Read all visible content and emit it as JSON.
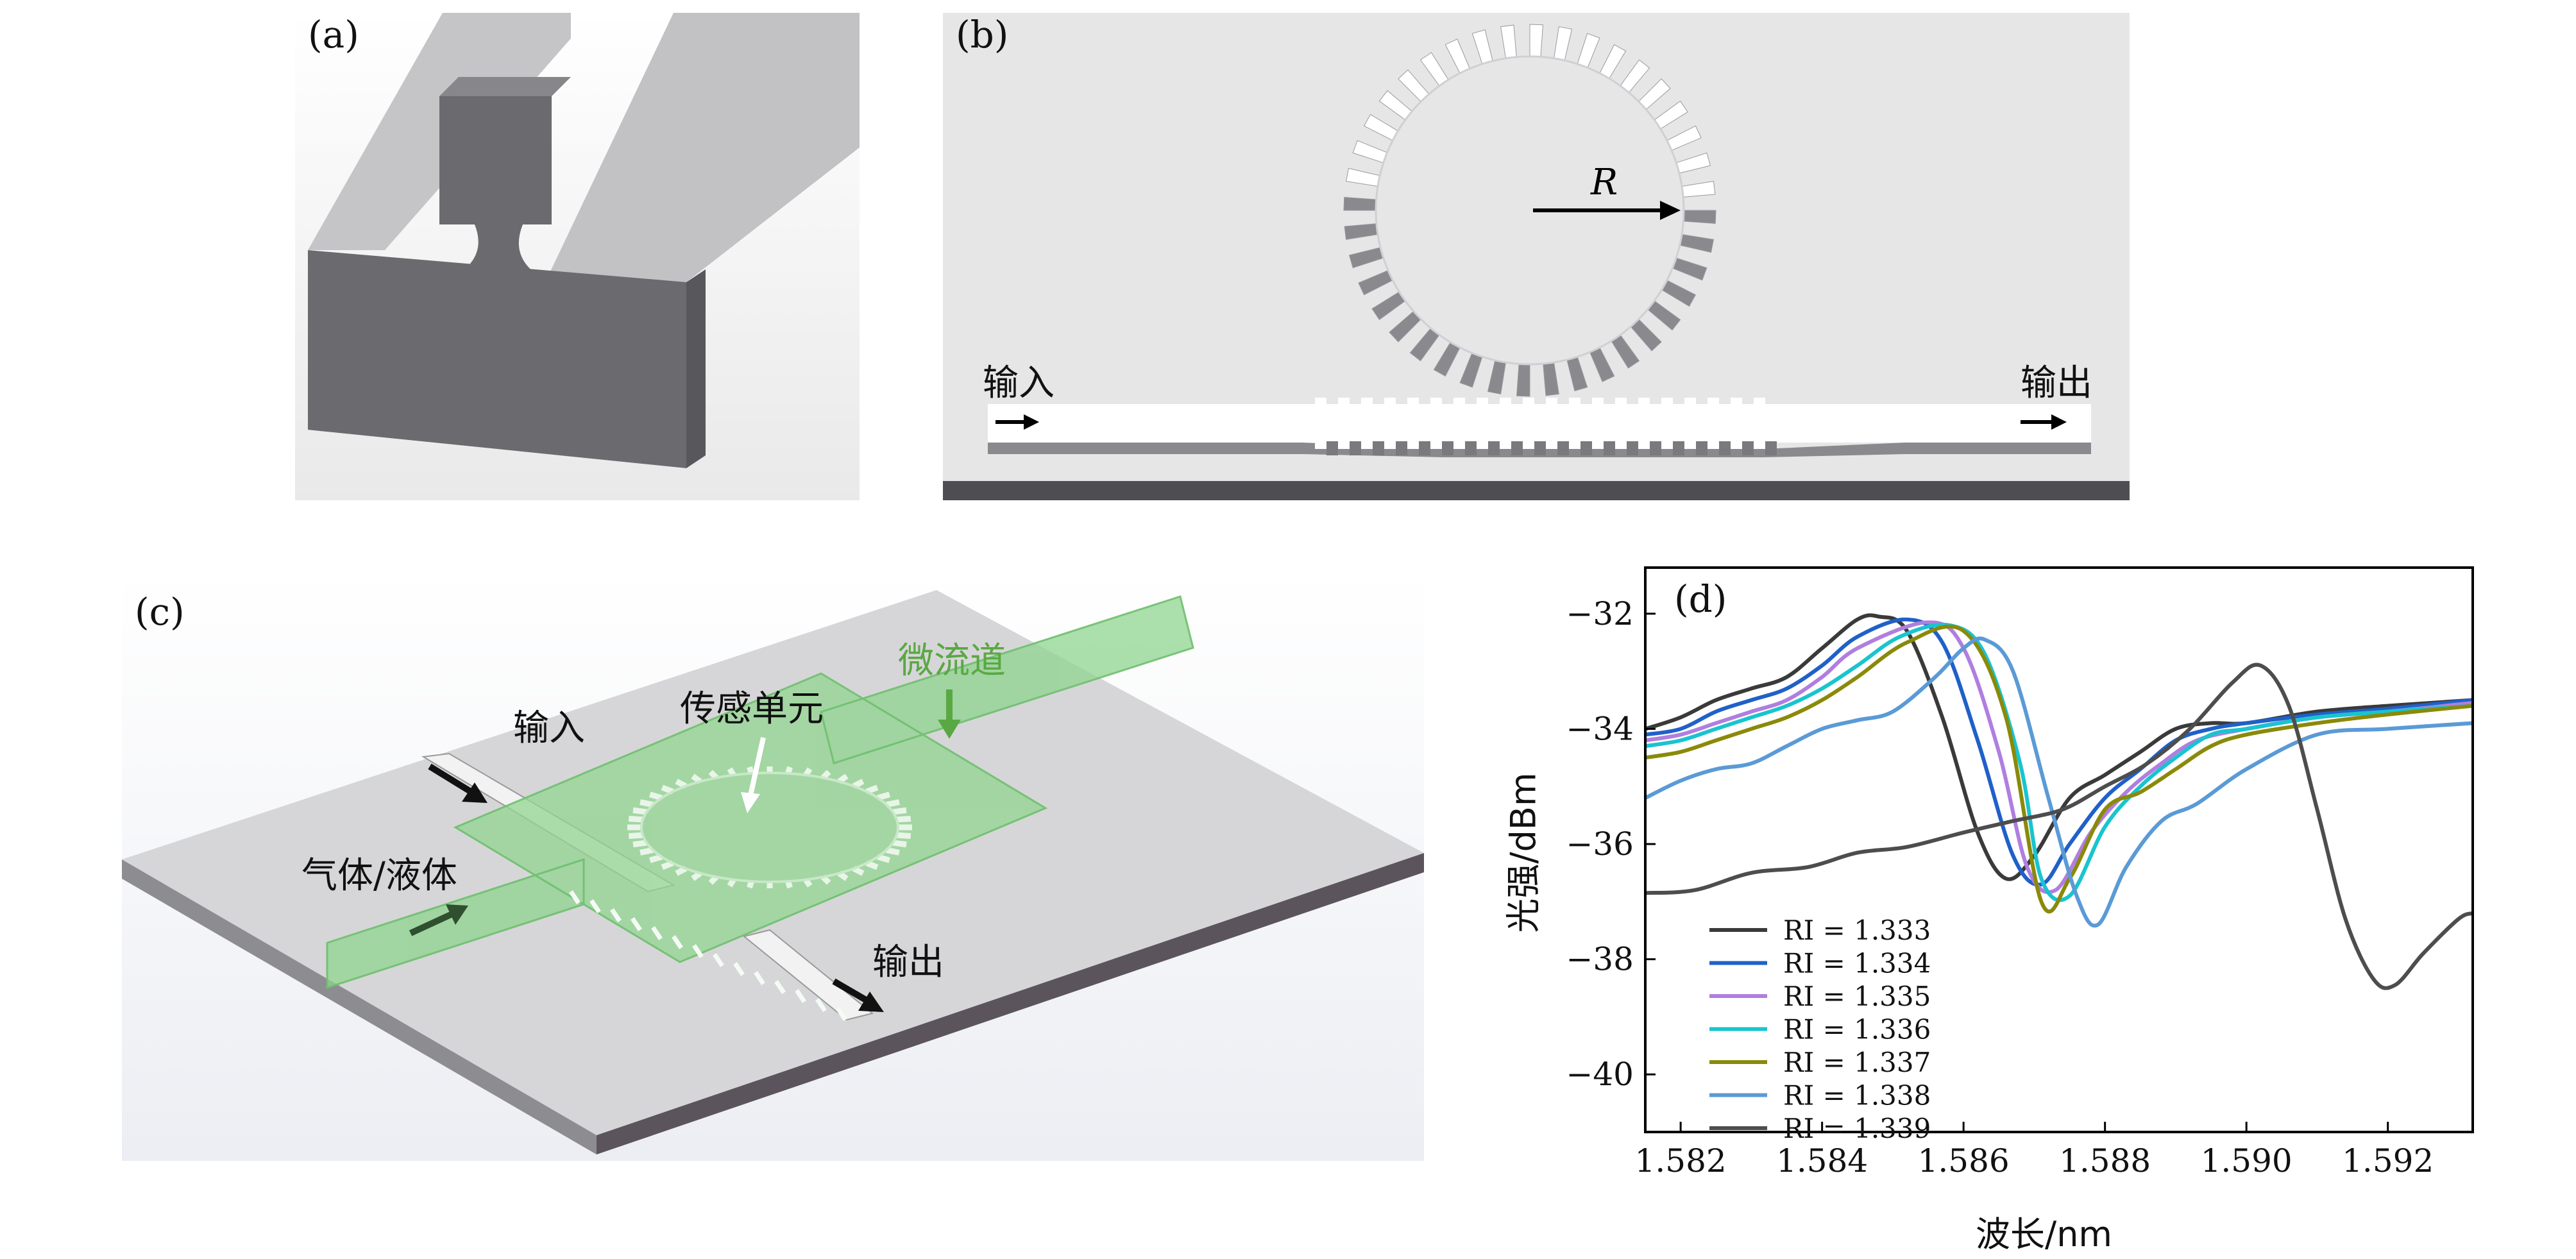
{
  "panels": {
    "a": {
      "label": "(a)"
    },
    "b": {
      "label": "(b)",
      "radius_label": "R",
      "input_label": "输入",
      "output_label": "输出"
    },
    "c": {
      "label": "(c)",
      "input_label": "输入",
      "output_label": "输出",
      "sensor_label": "传感单元",
      "channel_label": "微流道",
      "fluid_label": "气体/液体"
    },
    "d": {
      "label": "(d)"
    }
  },
  "colors": {
    "gray_block": "#6b6a6e",
    "light_gray": "#e6e6e6",
    "channel_green": "#7ecb7e",
    "channel_label_green": "#5aa843"
  },
  "chart_data": {
    "type": "line",
    "xlabel": "波长/nm",
    "ylabel": "光强/dBm",
    "xlim": [
      1.5815,
      1.5932
    ],
    "ylim": [
      -41.0,
      -31.2
    ],
    "xticks": [
      "1.582",
      "1.584",
      "1.586",
      "1.588",
      "1.590",
      "1.592"
    ],
    "xtick_values": [
      1.582,
      1.584,
      1.586,
      1.588,
      1.59,
      1.592
    ],
    "yticks": [
      "−32",
      "−34",
      "−36",
      "−38",
      "−40"
    ],
    "ytick_values": [
      -32,
      -34,
      -36,
      -38,
      -40
    ],
    "grid": false,
    "legend_position": "bottom-left",
    "series": [
      {
        "name": "RI = 1.333",
        "color": "#3a3a3a",
        "x": [
          1.5815,
          1.582,
          1.5825,
          1.583,
          1.5835,
          1.584,
          1.5845,
          1.5848,
          1.5852,
          1.5857,
          1.5862,
          1.5866,
          1.587,
          1.5875,
          1.588,
          1.5885,
          1.589,
          1.5895,
          1.59,
          1.591,
          1.592,
          1.5932
        ],
        "y": [
          -34.0,
          -33.8,
          -33.5,
          -33.3,
          -33.1,
          -32.6,
          -32.1,
          -32.05,
          -32.3,
          -33.8,
          -35.8,
          -36.6,
          -36.2,
          -35.2,
          -34.8,
          -34.4,
          -34.0,
          -33.9,
          -33.9,
          -33.7,
          -33.6,
          -33.5
        ]
      },
      {
        "name": "RI = 1.334",
        "color": "#2060c8",
        "x": [
          1.5815,
          1.582,
          1.5825,
          1.583,
          1.5835,
          1.584,
          1.5845,
          1.5852,
          1.5857,
          1.5862,
          1.5867,
          1.5871,
          1.5875,
          1.588,
          1.5885,
          1.589,
          1.5895,
          1.59,
          1.591,
          1.592,
          1.5932
        ],
        "y": [
          -34.1,
          -34.0,
          -33.7,
          -33.5,
          -33.3,
          -32.9,
          -32.4,
          -32.1,
          -32.5,
          -34.2,
          -36.2,
          -36.7,
          -36.0,
          -35.2,
          -34.7,
          -34.2,
          -34.0,
          -33.9,
          -33.75,
          -33.65,
          -33.5
        ]
      },
      {
        "name": "RI = 1.335",
        "color": "#b07ee0",
        "x": [
          1.5815,
          1.582,
          1.5825,
          1.583,
          1.5835,
          1.584,
          1.5845,
          1.5855,
          1.586,
          1.5865,
          1.5869,
          1.5873,
          1.5878,
          1.5883,
          1.5888,
          1.5893,
          1.59,
          1.591,
          1.592,
          1.5932
        ],
        "y": [
          -34.2,
          -34.1,
          -33.9,
          -33.7,
          -33.5,
          -33.1,
          -32.6,
          -32.15,
          -32.6,
          -34.4,
          -36.4,
          -36.8,
          -35.8,
          -35.1,
          -34.6,
          -34.2,
          -34.0,
          -33.8,
          -33.7,
          -33.55
        ]
      },
      {
        "name": "RI = 1.336",
        "color": "#19c4cf",
        "x": [
          1.5815,
          1.582,
          1.5825,
          1.583,
          1.5835,
          1.584,
          1.5845,
          1.5851,
          1.5858,
          1.5863,
          1.5868,
          1.5871,
          1.5875,
          1.588,
          1.5885,
          1.589,
          1.5895,
          1.59,
          1.591,
          1.592,
          1.5932
        ],
        "y": [
          -34.3,
          -34.2,
          -34.0,
          -33.8,
          -33.6,
          -33.3,
          -32.9,
          -32.4,
          -32.2,
          -32.7,
          -34.6,
          -36.6,
          -36.9,
          -35.7,
          -35.0,
          -34.5,
          -34.1,
          -34.0,
          -33.8,
          -33.7,
          -33.6
        ]
      },
      {
        "name": "RI = 1.337",
        "color": "#8a8a0a",
        "x": [
          1.5815,
          1.582,
          1.5825,
          1.583,
          1.5835,
          1.584,
          1.5845,
          1.5852,
          1.586,
          1.5866,
          1.5871,
          1.5875,
          1.588,
          1.5885,
          1.589,
          1.5895,
          1.59,
          1.591,
          1.592,
          1.5932
        ],
        "y": [
          -34.5,
          -34.4,
          -34.2,
          -34.0,
          -33.8,
          -33.5,
          -33.1,
          -32.5,
          -32.3,
          -33.8,
          -37.0,
          -36.6,
          -35.4,
          -35.1,
          -34.7,
          -34.3,
          -34.1,
          -33.9,
          -33.75,
          -33.6
        ]
      },
      {
        "name": "RI = 1.338",
        "color": "#5a9ad6",
        "x": [
          1.5815,
          1.582,
          1.5825,
          1.583,
          1.5835,
          1.584,
          1.5845,
          1.585,
          1.5856,
          1.586,
          1.5863,
          1.5867,
          1.5872,
          1.5876,
          1.5879,
          1.5883,
          1.5888,
          1.5893,
          1.59,
          1.591,
          1.592,
          1.5932
        ],
        "y": [
          -35.2,
          -34.9,
          -34.7,
          -34.6,
          -34.3,
          -34.0,
          -33.85,
          -33.7,
          -33.1,
          -32.6,
          -32.45,
          -33.0,
          -35.2,
          -36.9,
          -37.4,
          -36.4,
          -35.6,
          -35.3,
          -34.7,
          -34.1,
          -34.0,
          -33.9
        ]
      },
      {
        "name": "RI = 1.339",
        "color": "#4d4d4d",
        "x": [
          1.5815,
          1.5822,
          1.583,
          1.5838,
          1.5845,
          1.5852,
          1.586,
          1.5867,
          1.5874,
          1.588,
          1.5886,
          1.5892,
          1.5898,
          1.5902,
          1.5906,
          1.591,
          1.5914,
          1.5918,
          1.5921,
          1.5925,
          1.593,
          1.5932
        ],
        "y": [
          -36.85,
          -36.8,
          -36.5,
          -36.4,
          -36.15,
          -36.05,
          -35.8,
          -35.6,
          -35.4,
          -35.0,
          -34.6,
          -34.0,
          -33.2,
          -32.9,
          -33.6,
          -35.4,
          -37.3,
          -38.35,
          -38.45,
          -37.9,
          -37.3,
          -37.2
        ]
      }
    ]
  }
}
